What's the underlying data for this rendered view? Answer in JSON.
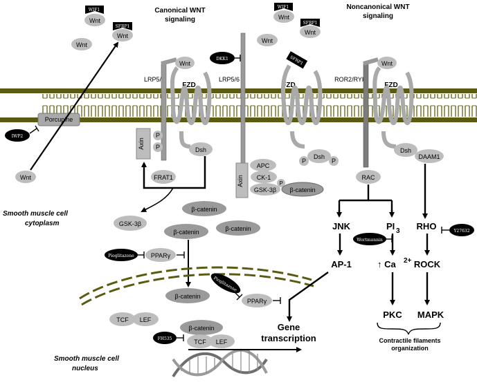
{
  "titles": {
    "canonical_line1": "Canonical WNT",
    "canonical_line2": "signaling",
    "noncanonical_line1": "Noncanonical WNT",
    "noncanonical_line2": "signaling"
  },
  "compartments": {
    "cytoplasm_line1": "Smooth muscle cell",
    "cytoplasm_line2": "cytoplasm",
    "nucleus_line1": "Smooth muscle cell",
    "nucleus_line2": "nucleus"
  },
  "inhibitors": {
    "wif1": "WIF1",
    "sfrp1": "SFRP1",
    "dkk1": "DKK1",
    "iwp2": "IWP2",
    "pioglitazone": "Pioglitazone",
    "wortmannin": "Wortmannin",
    "y27632": "Y27632",
    "fh535": "FH535"
  },
  "ligands": {
    "wnt": "Wnt"
  },
  "receptors": {
    "lrp56": "LRP5/6",
    "fzd": "FZD",
    "ror2ryk": "ROR2/RYK"
  },
  "proteins": {
    "porcupine": "Porcupine",
    "axin": "Axin",
    "p": "P",
    "dsh": "Dsh",
    "frat1": "FRAT1",
    "apc": "APC",
    "ck1": "CK-1",
    "gsk3b": "GSK-3β",
    "beta_catenin": "β-catenin",
    "ppar_g": "PPARγ",
    "tcf": "TCF",
    "lef": "LEF",
    "daam1": "DAAM1",
    "rac": "RAC"
  },
  "pathway": {
    "jnk": "JNK",
    "pi3": "PI",
    "pi3_sub": "3",
    "ap1": "AP-1",
    "ca_up": "↑ Ca",
    "ca_sup": "2+",
    "pkc": "PKC",
    "rho": "RHO",
    "rock": "ROCK",
    "mapk": "MAPK",
    "contractile_line1": "Contractile filaments",
    "contractile_line2": "organization",
    "gene_line1": "Gene",
    "gene_line2": "transcription"
  }
}
